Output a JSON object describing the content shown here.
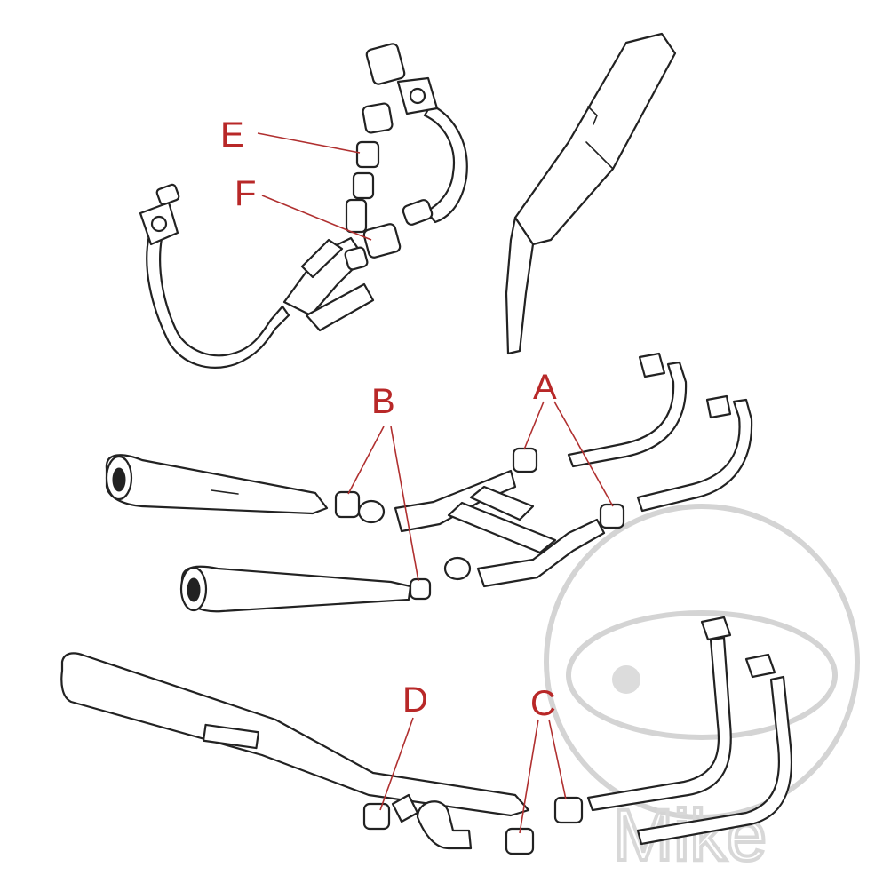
{
  "diagram": {
    "callouts": [
      {
        "id": "E",
        "text": "E"
      },
      {
        "id": "F",
        "text": "F"
      },
      {
        "id": "B",
        "text": "B"
      },
      {
        "id": "A",
        "text": "A"
      },
      {
        "id": "D",
        "text": "D"
      },
      {
        "id": "C",
        "text": "C"
      }
    ],
    "watermark": {
      "text": "Mike"
    },
    "colors": {
      "callout": "#b82828",
      "leader": "#b03030",
      "line": "#222222",
      "watermark": "#d4d4d4"
    }
  }
}
